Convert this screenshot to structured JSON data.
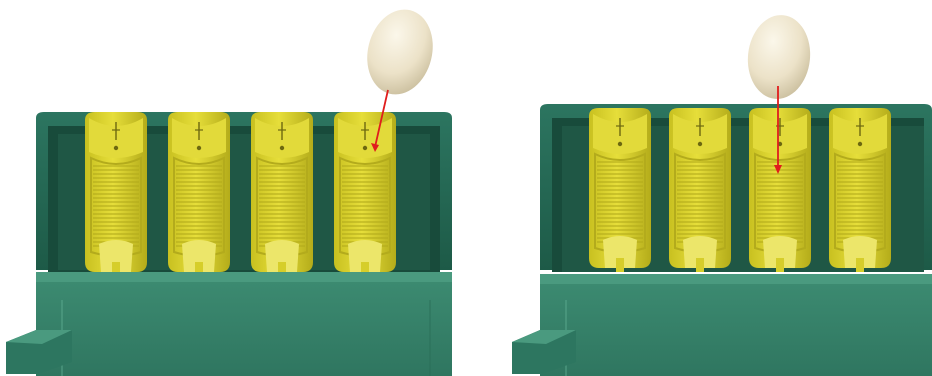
{
  "figure": {
    "panels": [
      {
        "id": "left",
        "state": "egg dropped at an angle onto slot 4",
        "target_slot": 4,
        "arrow": "diagonal"
      },
      {
        "id": "right",
        "state": "egg dropped straight down onto slot 3",
        "target_slot": 3,
        "arrow": "vertical"
      }
    ],
    "slot_count": 4
  },
  "colors": {
    "tray_dark": "#1d5a47",
    "tray_mid": "#2f7a62",
    "tray_front": "#3b8a70",
    "tray_light": "#4c9a80",
    "holder_yellow": "#d9d12a",
    "holder_shadow": "#a9a21c",
    "holder_highlight": "#ece66a",
    "egg": "#efe6cf",
    "arrow": "#e01d1d"
  },
  "icons": {
    "egg": "egg-icon",
    "arrow": "drop-arrow-icon"
  }
}
